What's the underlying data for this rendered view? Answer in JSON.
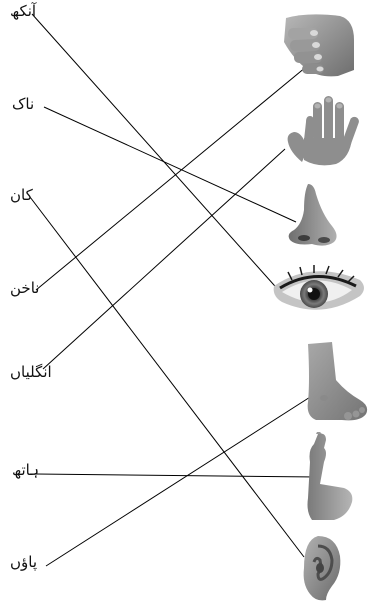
{
  "words": [
    "آنکھ",
    "ناک",
    "کان",
    "ناخن",
    "انگلیاں",
    "ہاتھ",
    "پاؤں"
  ],
  "pictures": [
    "fist-icon",
    "open-hand-icon",
    "nose-icon",
    "eye-icon",
    "foot-icon",
    "arm-icon",
    "ear-icon"
  ],
  "matches": [
    {
      "word": "آنکھ",
      "picture": "eye-icon"
    },
    {
      "word": "ناک",
      "picture": "nose-icon"
    },
    {
      "word": "کان",
      "picture": "ear-icon"
    },
    {
      "word": "ناخن",
      "picture": "fist-icon"
    },
    {
      "word": "انگلیاں",
      "picture": "open-hand-icon"
    },
    {
      "word": "ہاتھ",
      "picture": "arm-icon"
    },
    {
      "word": "پاؤں",
      "picture": "foot-icon"
    }
  ],
  "colors": {
    "line": "#000000",
    "skin": "#8a8a8a",
    "skin_light": "#b5b5b5",
    "skin_dark": "#5c5c5c"
  }
}
